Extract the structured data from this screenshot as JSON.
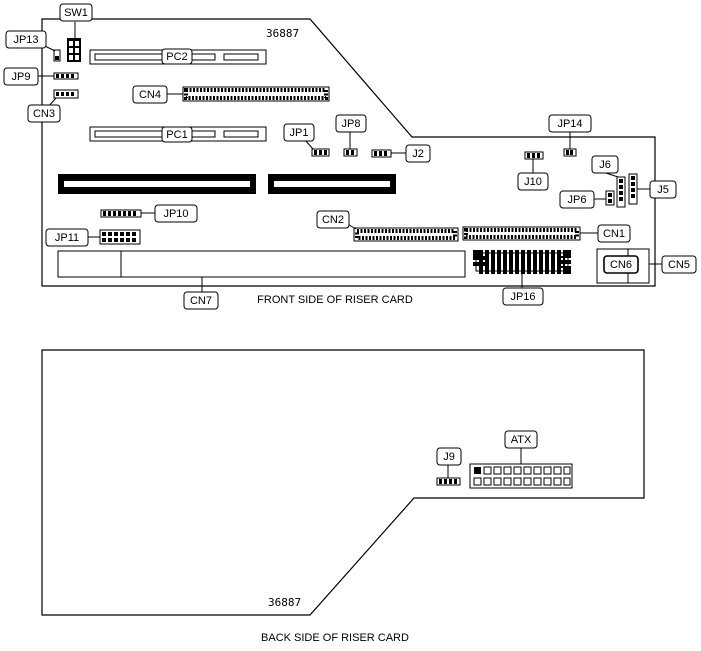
{
  "front": {
    "part_number": "36887",
    "caption": "FRONT SIDE OF RISER CARD",
    "labels": {
      "sw1": "SW1",
      "jp13": "JP13",
      "jp9": "JP9",
      "cn3": "CN3",
      "pc2": "PC2",
      "cn4": "CN4",
      "pc1": "PC1",
      "jp1": "JP1",
      "jp8": "JP8",
      "j2": "J2",
      "jp14": "JP14",
      "j10": "J10",
      "j6": "J6",
      "jp6": "JP6",
      "j5": "J5",
      "jp10": "JP10",
      "jp11": "JP11",
      "cn2": "CN2",
      "cn1": "CN1",
      "cn5": "CN5",
      "cn6": "CN6",
      "cn7": "CN7",
      "jp16": "JP16"
    }
  },
  "back": {
    "part_number": "36887",
    "caption": "BACK SIDE OF RISER CARD",
    "labels": {
      "j9": "J9",
      "atx": "ATX"
    }
  }
}
